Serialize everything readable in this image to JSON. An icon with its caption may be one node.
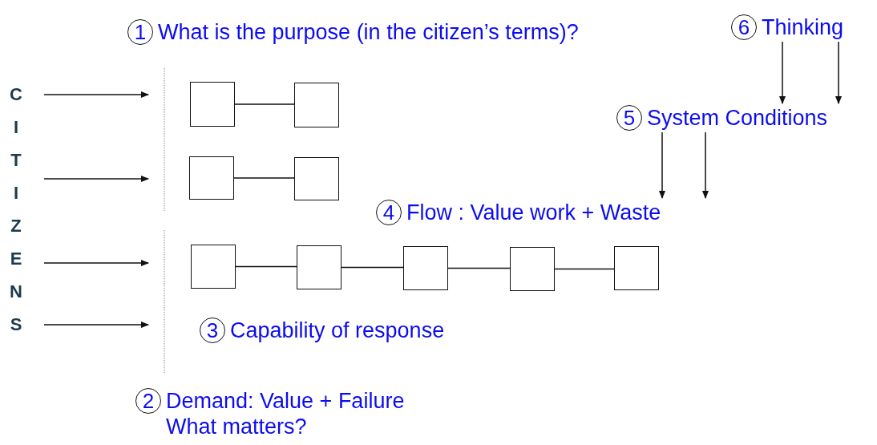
{
  "diagram": {
    "nodes": [
      {
        "text": [
          "1"
        ],
        "beside": [
          "What is the purpose (in the citizen’s terms)?"
        ]
      },
      {
        "text": [
          "6"
        ],
        "beside": [
          "Thinking"
        ]
      },
      {
        "text": [
          "CITIZENS"
        ]
      },
      {
        "text": [],
        "shape": "box"
      },
      {
        "text": [],
        "shape": "box"
      },
      {
        "text": [
          "5"
        ],
        "beside": [
          "System Conditions"
        ]
      },
      {
        "text": [],
        "shape": "box"
      },
      {
        "text": [],
        "shape": "box"
      },
      {
        "text": [
          "4"
        ],
        "beside": [
          "Flow : Value work + Waste"
        ]
      },
      {
        "text": [],
        "shape": "box"
      },
      {
        "text": [],
        "shape": "box"
      },
      {
        "text": [],
        "shape": "box"
      },
      {
        "text": [],
        "shape": "box"
      },
      {
        "text": [],
        "shape": "box"
      },
      {
        "text": [
          "3"
        ],
        "beside": [
          "Capability of response"
        ]
      },
      {
        "text": [
          "2"
        ],
        "beside": [
          "Demand: Value + Failure",
          "What matters?"
        ]
      }
    ],
    "edges": [
      {
        "from": 3,
        "to": 4,
        "arrow": "none"
      },
      {
        "from": 6,
        "to": 7,
        "arrow": "none"
      },
      {
        "from": 9,
        "to": 10,
        "arrow": "none"
      },
      {
        "from": 10,
        "to": 11,
        "arrow": "none"
      },
      {
        "from": 11,
        "to": 12,
        "arrow": "none"
      },
      {
        "from": 12,
        "to": 13,
        "arrow": "none"
      },
      {
        "from": 1,
        "to": 5,
        "arrow": "to"
      },
      {
        "from": 1,
        "to": 5,
        "arrow": "to"
      },
      {
        "from": 5,
        "to": 8,
        "arrow": "to"
      },
      {
        "from": 5,
        "to": 8,
        "arrow": "to"
      },
      {
        "from": 2,
        "to": null,
        "arrow": "to"
      },
      {
        "from": 2,
        "to": null,
        "arrow": "to"
      },
      {
        "from": 2,
        "to": null,
        "arrow": "to"
      },
      {
        "from": 2,
        "to": null,
        "arrow": "to"
      }
    ]
  }
}
